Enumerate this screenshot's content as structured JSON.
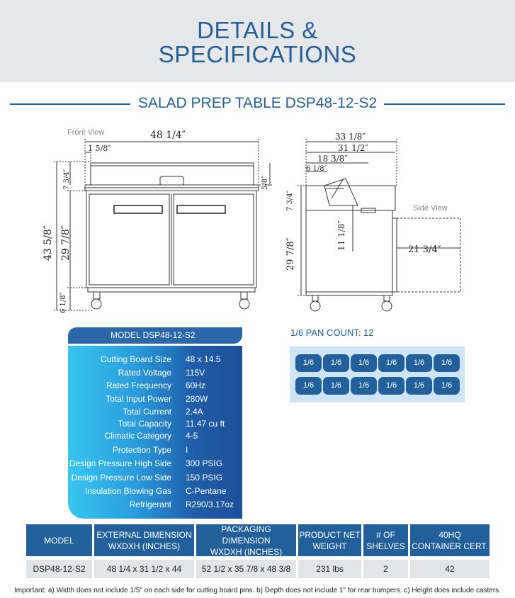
{
  "header": {
    "title_line1": "DETAILS &",
    "title_line2": "SPECIFICATIONS"
  },
  "product": {
    "subtitle": "SALAD PREP TABLE DSP48-12-S2"
  },
  "drawing": {
    "front_view_label": "Front View",
    "side_view_label": "Side View",
    "dims": {
      "overall_width": "48 1/4″",
      "pin_offset": "1 5/8″",
      "top_height": "7 3/4″",
      "lid_gap": "5/8″",
      "overall_height": "43 5/8″",
      "body_height": "29 7/8″",
      "caster_height": "6 1/8″",
      "overall_depth": "33 1/8″",
      "body_depth": "31 1/2″",
      "pan_depth": "18 3/8″",
      "pan_edge": "6 1/8″",
      "side_top_height": "7 3/4″",
      "pan_drop": "11 1/8″",
      "side_body_height": "29 7/8″",
      "door_swing": "21 3/4″"
    }
  },
  "specs": {
    "model_title": "MODEL DSP48-12-S2",
    "rows": [
      {
        "label": "Cutting Board Size",
        "value": "48 x 14.5"
      },
      {
        "label": "Rated  Voltage",
        "value": "115V"
      },
      {
        "label": "Rated  Frequency",
        "value": "60Hz"
      },
      {
        "label": "Total Input Power",
        "value": "280W"
      },
      {
        "label": "Total Current",
        "value": "2.4A"
      },
      {
        "label": "Total Capacity",
        "value": "11.47 cu ft"
      },
      {
        "label": "Climatic Category",
        "value": "4-5"
      },
      {
        "label": "Protection Type",
        "value": "I"
      },
      {
        "label": "Design Pressure High Side",
        "value": "300 PSIG"
      },
      {
        "label": "Design Pressure Low Side",
        "value": "150 PSIG"
      },
      {
        "label": "Insulation Blowing Gas",
        "value": "C-Pentane"
      },
      {
        "label": "Refrigerant",
        "value": "R290/3.17oz"
      }
    ]
  },
  "pans": {
    "title": "1/6 PAN COUNT: 12",
    "cells": [
      "1/6",
      "1/6",
      "1/6",
      "1/6",
      "1/6",
      "1/6",
      "1/6",
      "1/6",
      "1/6",
      "1/6",
      "1/6",
      "1/6"
    ]
  },
  "dimension_table": {
    "headers": [
      {
        "line1": "MODEL",
        "line2": ""
      },
      {
        "line1": "EXTERNAL DIMENSION",
        "line2": "WXDXH (INCHES)"
      },
      {
        "line1": "PACKAGING DIMENSION",
        "line2": "WXDXH (INCHES)"
      },
      {
        "line1": "PRODUCT NET",
        "line2": "WEIGHT"
      },
      {
        "line1": "# OF",
        "line2": "SHELVES"
      },
      {
        "line1": "40HQ",
        "line2": "CONTAINER CERT."
      }
    ],
    "row": [
      "DSP48-12-S2",
      "48 1/4 x 31 1/2 x 44",
      "52 1/2 x 35 7/8 x 48 3/8",
      "231 lbs",
      "2",
      "42"
    ]
  },
  "footnote": "Important: a) Width does not include 1/5\" on each side for cutting board pins.  b) Depth does not include 1\" for rear bumpers.  c) Height does include casters."
}
